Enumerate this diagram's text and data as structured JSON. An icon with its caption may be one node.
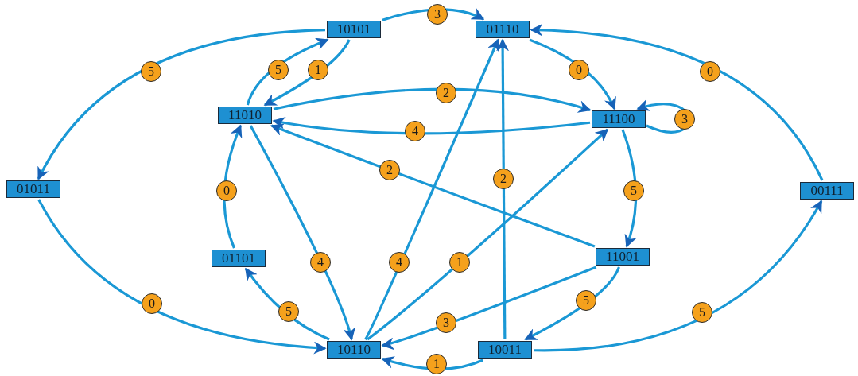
{
  "diagram": {
    "nodes": [
      {
        "text": [
          "10101"
        ]
      },
      {
        "text": [
          "01110"
        ]
      },
      {
        "text": [
          "11010"
        ]
      },
      {
        "text": [
          "11100"
        ]
      },
      {
        "text": [
          "01011"
        ]
      },
      {
        "text": [
          "00111"
        ]
      },
      {
        "text": [
          "01101"
        ]
      },
      {
        "text": [
          "11001"
        ]
      },
      {
        "text": [
          "10110"
        ]
      },
      {
        "text": [
          "10011"
        ]
      }
    ],
    "edges": [
      {
        "from": 0,
        "to": 1,
        "arrow": "to",
        "label": "3"
      },
      {
        "from": 0,
        "to": 4,
        "arrow": "to",
        "label": "5"
      },
      {
        "from": 2,
        "to": 0,
        "arrow": "to",
        "label": "5"
      },
      {
        "from": 0,
        "to": 2,
        "arrow": "to",
        "label": "1"
      },
      {
        "from": 1,
        "to": 3,
        "arrow": "to",
        "label": "0"
      },
      {
        "from": 5,
        "to": 1,
        "arrow": "to",
        "label": "0"
      },
      {
        "from": 2,
        "to": 3,
        "arrow": "to",
        "label": "2"
      },
      {
        "from": 3,
        "to": 2,
        "arrow": "to",
        "label": "4"
      },
      {
        "from": 3,
        "to": 3,
        "arrow": "to",
        "label": "3"
      },
      {
        "from": 3,
        "to": 7,
        "arrow": "to",
        "label": "5"
      },
      {
        "from": 7,
        "to": 2,
        "arrow": "to",
        "label": "2"
      },
      {
        "from": 6,
        "to": 2,
        "arrow": "to",
        "label": "0"
      },
      {
        "from": 2,
        "to": 8,
        "arrow": "to",
        "label": "4"
      },
      {
        "from": 8,
        "to": 6,
        "arrow": "to",
        "label": "5"
      },
      {
        "from": 8,
        "to": 1,
        "arrow": "to",
        "label": "4"
      },
      {
        "from": 8,
        "to": 3,
        "arrow": "to",
        "label": "1"
      },
      {
        "from": 7,
        "to": 8,
        "arrow": "to",
        "label": "3"
      },
      {
        "from": 7,
        "to": 9,
        "arrow": "to",
        "label": "5"
      },
      {
        "from": 9,
        "to": 1,
        "arrow": "to",
        "label": "2"
      },
      {
        "from": 9,
        "to": 8,
        "arrow": "to",
        "label": "1"
      },
      {
        "from": 9,
        "to": 5,
        "arrow": "to",
        "label": "5"
      },
      {
        "from": 4,
        "to": 8,
        "arrow": "to",
        "label": "0"
      }
    ]
  }
}
